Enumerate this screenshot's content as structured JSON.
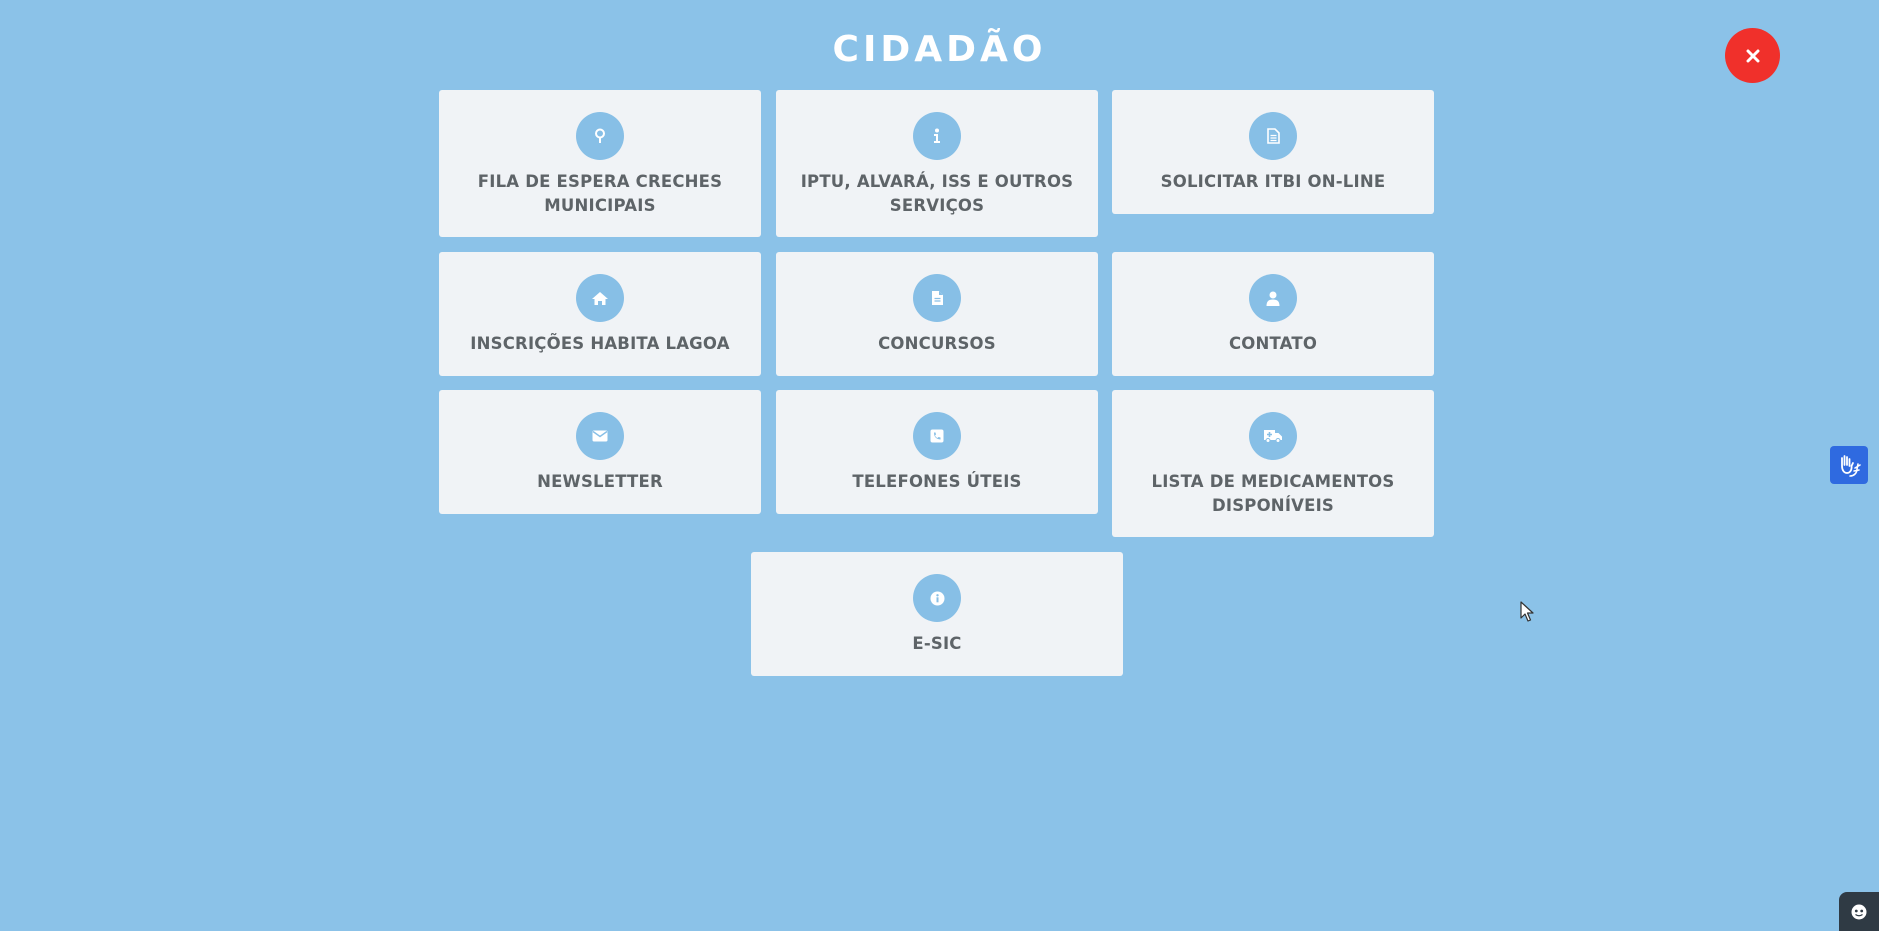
{
  "header": {
    "title": "CIDADÃO"
  },
  "close_button": {
    "icon": "close-icon",
    "color": "#f0302b"
  },
  "colors": {
    "background": "#8bc2e8",
    "card_background": "#f0f3f6",
    "icon_circle": "#87bfe6",
    "label_text": "#5e6468",
    "accessibility_button": "#2f6ae0"
  },
  "services": [
    {
      "label": "FILA DE ESPERA CRECHES MUNICIPAIS",
      "icon": "map-pin-icon"
    },
    {
      "label": "IPTU, ALVARÁ, ISS E OUTROS SERVIÇOS",
      "icon": "info-icon"
    },
    {
      "label": "SOLICITAR ITBI ON-LINE",
      "icon": "document-icon"
    },
    {
      "label": "INSCRIÇÕES HABITA LAGOA",
      "icon": "home-icon"
    },
    {
      "label": "CONCURSOS",
      "icon": "file-icon"
    },
    {
      "label": "CONTATO",
      "icon": "user-icon"
    },
    {
      "label": "NEWSLETTER",
      "icon": "envelope-icon"
    },
    {
      "label": "TELEFONES ÚTEIS",
      "icon": "phone-square-icon"
    },
    {
      "label": "LISTA DE MEDICAMENTOS DISPONÍVEIS",
      "icon": "ambulance-icon"
    },
    {
      "label": "E-SIC",
      "icon": "info-circle-icon"
    }
  ],
  "accessibility": {
    "icon": "sign-language-icon"
  },
  "chat": {
    "icon": "chat-bot-icon"
  }
}
